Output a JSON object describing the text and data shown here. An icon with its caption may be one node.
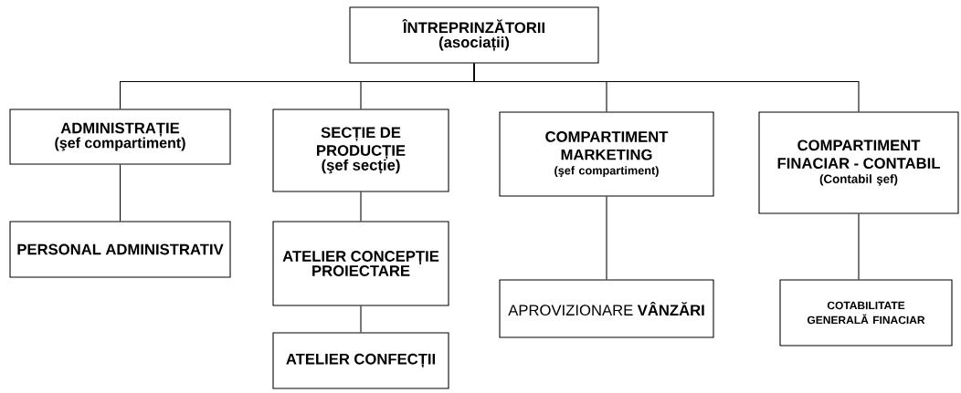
{
  "diagram": {
    "nodes": [
      {
        "text": [
          "ÎNTREPRINZĂTORII",
          "(asociații)"
        ]
      },
      {
        "text": [
          "ADMINISTRAȚIE",
          "(şef compartiment)"
        ]
      },
      {
        "text": [
          "SECȚIE DE PRODUCȚIE",
          "(şef secție)"
        ]
      },
      {
        "text": [
          "COMPARTIMENT MARKETING",
          "(şef compartiment)"
        ]
      },
      {
        "text": [
          "COMPARTIMENT FINACIAR - CONTABIL",
          "(Contabil şef)"
        ]
      },
      {
        "text": [
          "PERSONAL ADMINISTRATIV"
        ]
      },
      {
        "text": [
          "ATELIER CONCEPȚIE PROIECTARE"
        ]
      },
      {
        "text": [
          "ATELIER CONFECȚII"
        ]
      },
      {
        "text": [
          "APROVIZIONARE **VÂNZĂRI**"
        ]
      },
      {
        "text": [
          "COTABILITATE GENERALĂ FINACIAR"
        ]
      }
    ],
    "edges": [
      {
        "from": 0,
        "to": 1,
        "arrow": "none"
      },
      {
        "from": 0,
        "to": 2,
        "arrow": "none"
      },
      {
        "from": 0,
        "to": 3,
        "arrow": "none"
      },
      {
        "from": 0,
        "to": 4,
        "arrow": "none"
      },
      {
        "from": 1,
        "to": 5,
        "arrow": "none"
      },
      {
        "from": 2,
        "to": 6,
        "arrow": "none"
      },
      {
        "from": 6,
        "to": 7,
        "arrow": "none"
      },
      {
        "from": 3,
        "to": 8,
        "arrow": "none"
      },
      {
        "from": 4,
        "to": 9,
        "arrow": "none"
      }
    ]
  }
}
